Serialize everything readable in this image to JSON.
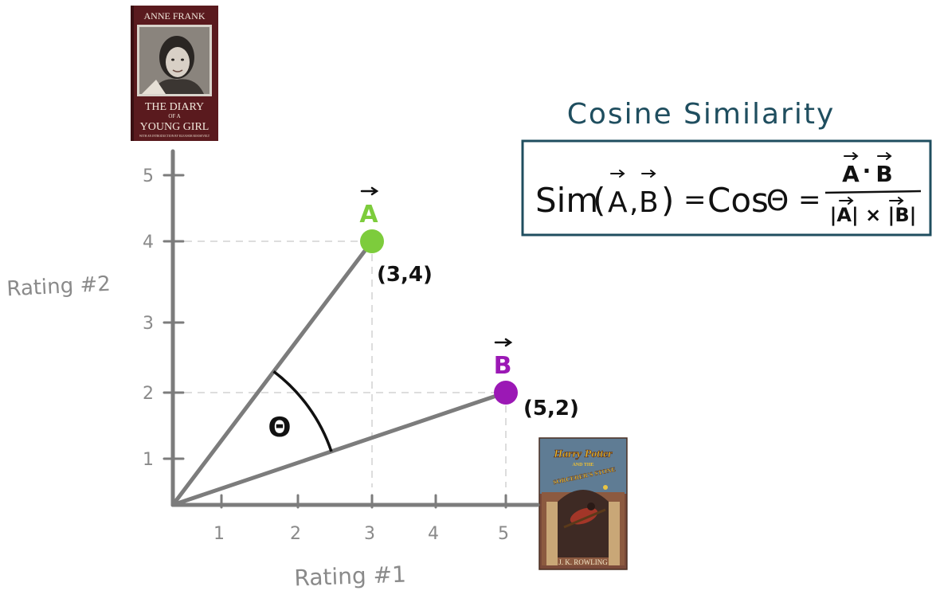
{
  "axes": {
    "xlabel": "Rating #1",
    "ylabel": "Rating #2",
    "xticks": [
      "1",
      "2",
      "3",
      "4",
      "5"
    ],
    "yticks": [
      "1",
      "2",
      "3",
      "4",
      "5"
    ]
  },
  "vectors": [
    {
      "label": "A",
      "coord_text": "(3,4)",
      "x": 3,
      "y": 4,
      "color": "#7dcc3c"
    },
    {
      "label": "B",
      "coord_text": "(5,2)",
      "x": 5,
      "y": 2,
      "color": "#9b18b5"
    }
  ],
  "angle_symbol": "Θ",
  "formula": {
    "heading": "Cosine Similarity",
    "sim": "Sim",
    "open_paren": "(",
    "vec_a": "A",
    "comma": ",",
    "vec_b": "B",
    "close_paren": ")",
    "equals": "=",
    "cos": "Cos",
    "theta": "Θ",
    "numerator_a": "A",
    "dot": "·",
    "numerator_b": "B",
    "denominator": "|A| × |B|",
    "frame_color": "#1f4e5f",
    "heading_color": "#1f4e5f"
  },
  "books": {
    "diary": {
      "author": "ANNE FRANK",
      "title_line1": "THE DIARY",
      "title_line2": "OF A",
      "title_line3": "YOUNG GIRL",
      "intro": "WITH AN INTRODUCTION BY ELEANOR ROOSEVELT"
    },
    "potter": {
      "title_line1": "Harry Potter",
      "title_line2": "AND THE",
      "title_line3": "SORCERER'S STONE",
      "author": "J. K. ROWLING"
    }
  }
}
